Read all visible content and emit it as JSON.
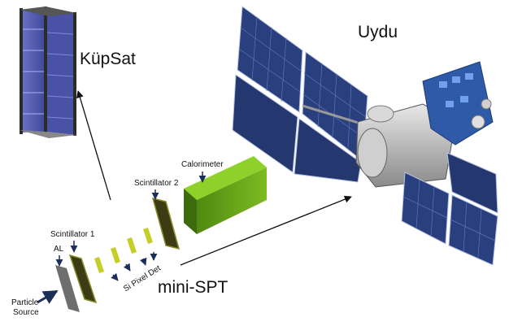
{
  "labels": {
    "cubesat": "KüpSat",
    "satellite": "Uydu",
    "instrument": "mini-SPT",
    "calorimeter": "Calorimeter",
    "scintillator2": "Scintillator 2",
    "scintillator1": "Scintillator 1",
    "al": "AL",
    "si_pixel_det": "Si Pixel Det",
    "particle_source_line1": "Particle",
    "particle_source_line2": "Source"
  },
  "colors": {
    "solar_panel": "#2a3f7e",
    "cubesat_panel": "#5a63b8",
    "satellite_body": "#2e5aa8",
    "calorimeter": "#6aa51b",
    "scintillator": "#3c3c14",
    "pixel_detector": "#c6cf2a",
    "al_plate": "#6e6e6e",
    "arrow": "#111111"
  }
}
